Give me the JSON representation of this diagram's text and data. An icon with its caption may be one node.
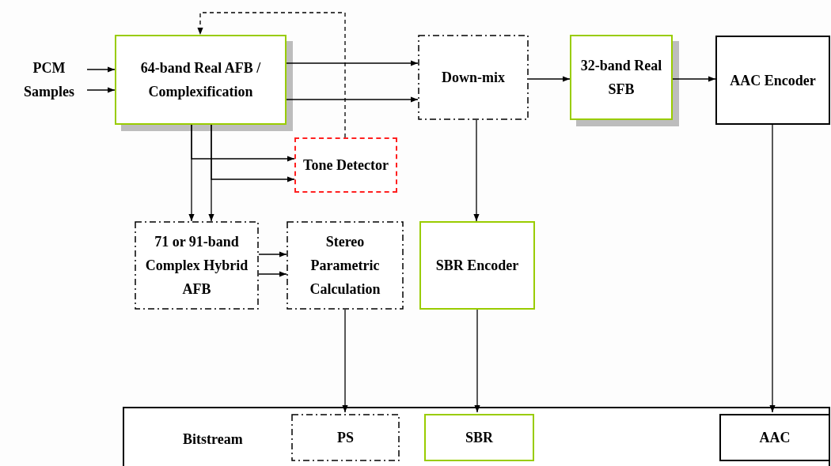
{
  "diagram": {
    "nodes": [
      {
        "text": [
          "PCM Samples"
        ]
      },
      {
        "text": [
          "64-band Real AFB / Complexification"
        ]
      },
      {
        "text": [
          "Down-mix"
        ]
      },
      {
        "text": [
          "32-band Real SFB"
        ]
      },
      {
        "text": [
          "AAC Encoder"
        ]
      },
      {
        "text": [
          "Tone Detector"
        ]
      },
      {
        "text": [
          "71 or 91-band Complex Hybrid AFB"
        ]
      },
      {
        "text": [
          "Stereo Parametric Calculation"
        ]
      },
      {
        "text": [
          "SBR Encoder"
        ]
      },
      {
        "text": [
          "Bitstream"
        ]
      },
      {
        "text": [
          "PS"
        ],
        "in": 9
      },
      {
        "text": [
          "SBR"
        ],
        "in": 9
      },
      {
        "text": [
          "AAC"
        ],
        "in": 9
      }
    ],
    "edges": [
      {
        "from": 0,
        "to": 1,
        "arrow": "to"
      },
      {
        "from": 0,
        "to": 1,
        "arrow": "to"
      },
      {
        "from": 1,
        "to": 2,
        "arrow": "to"
      },
      {
        "from": 1,
        "to": 2,
        "arrow": "to"
      },
      {
        "from": 2,
        "to": 3,
        "arrow": "to"
      },
      {
        "from": 3,
        "to": 4,
        "arrow": "to"
      },
      {
        "from": 5,
        "to": 1,
        "arrow": "to",
        "style": "dashed"
      },
      {
        "from": 1,
        "to": 5,
        "arrow": "to"
      },
      {
        "from": 1,
        "to": 5,
        "arrow": "to"
      },
      {
        "from": 1,
        "to": 6,
        "arrow": "to"
      },
      {
        "from": 1,
        "to": 6,
        "arrow": "to"
      },
      {
        "from": 6,
        "to": 7,
        "arrow": "to"
      },
      {
        "from": 6,
        "to": 7,
        "arrow": "to"
      },
      {
        "from": 2,
        "to": 8,
        "arrow": "to"
      },
      {
        "from": 7,
        "to": 10,
        "arrow": "to"
      },
      {
        "from": 8,
        "to": 11,
        "arrow": "to"
      },
      {
        "from": 4,
        "to": 12,
        "arrow": "to"
      }
    ]
  }
}
